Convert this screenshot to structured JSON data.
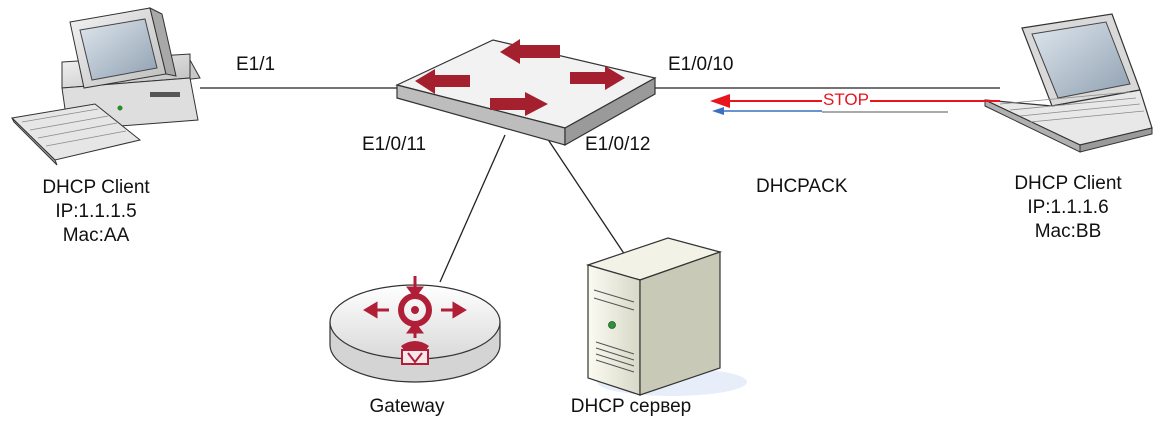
{
  "diagram": {
    "ports": {
      "left_client": "E1/1",
      "laptop": "E1/0/10",
      "gateway": "E1/0/11",
      "server": "E1/0/12"
    },
    "left_client": {
      "line1": "DHCP Client",
      "line2": "IP:1.1.1.5",
      "line3": "Mac:AA"
    },
    "right_client": {
      "line1": "DHCP Client",
      "line2": "IP:1.1.1.6",
      "line3": "Mac:BB"
    },
    "message": "DHCPACK",
    "stop_label": "STOP",
    "gateway_label": "Gateway",
    "server_label": "DHCP сервер",
    "colors": {
      "switch_arrow": "#a4202f",
      "stop_arrow": "#e8141e",
      "reply_arrow": "#3a6fc4",
      "router_accent": "#b01e38"
    }
  }
}
